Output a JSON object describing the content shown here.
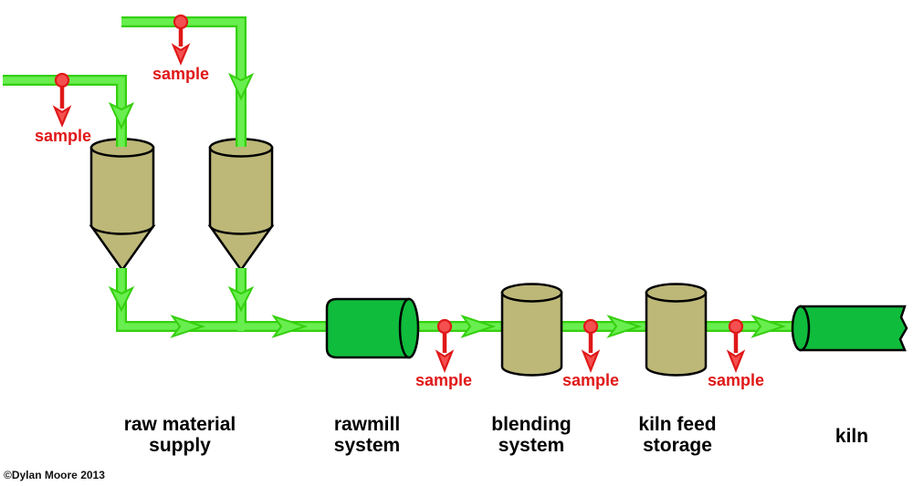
{
  "colors": {
    "background": "#ffffff",
    "pipe_fill": "#68ee4e",
    "pipe_outline": "#35cf0e",
    "machine_green": "#10bc3c",
    "vessel_tan": "#bdb878",
    "sample_red": "#e01818",
    "sample_fill": "#f45050",
    "label_black": "#000000"
  },
  "stages": [
    {
      "id": "raw-material-supply",
      "lines": [
        "raw material",
        "supply"
      ]
    },
    {
      "id": "rawmill-system",
      "lines": [
        "rawmill",
        "system"
      ]
    },
    {
      "id": "blending-system",
      "lines": [
        "blending",
        "system"
      ]
    },
    {
      "id": "kiln-feed-storage",
      "lines": [
        "kiln feed",
        "storage"
      ]
    },
    {
      "id": "kiln",
      "lines": [
        "kiln"
      ]
    }
  ],
  "sample_points": [
    {
      "label": "sample"
    },
    {
      "label": "sample"
    },
    {
      "label": "sample"
    },
    {
      "label": "sample"
    },
    {
      "label": "sample"
    }
  ],
  "copyright": "©Dylan Moore 2013"
}
